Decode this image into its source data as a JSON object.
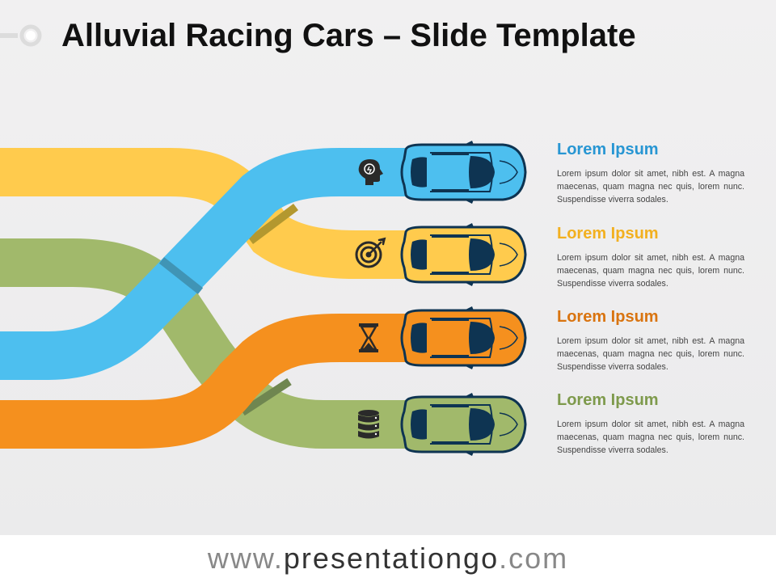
{
  "title": "Alluvial Racing Cars – Slide Template",
  "colors": {
    "blue": "#4dbfef",
    "yellow": "#ffcb4d",
    "orange": "#f5901e",
    "green": "#a1b96b",
    "car_dark": "#0e3452",
    "icon_dark": "#2a2a2a",
    "heading_blue": "#2896d3",
    "heading_yellow": "#f2b020",
    "heading_orange": "#d97410",
    "heading_green": "#7e9a4c"
  },
  "items": [
    {
      "heading": "Lorem Ipsum",
      "icon": "lightbulb-head-icon",
      "color": "blue",
      "text": "Lorem ipsum dolor sit amet, nibh est. A magna maecenas, quam magna nec quis, lorem nunc. Suspendisse viverra sodales."
    },
    {
      "heading": "Lorem Ipsum",
      "icon": "target-icon",
      "color": "yellow",
      "text": "Lorem ipsum dolor sit amet, nibh est. A magna maecenas, quam magna nec quis, lorem nunc. Suspendisse viverra sodales."
    },
    {
      "heading": "Lorem Ipsum",
      "icon": "hourglass-icon",
      "color": "orange",
      "text": "Lorem ipsum dolor sit amet, nibh est. A magna maecenas, quam magna nec quis, lorem nunc. Suspendisse viverra sodales."
    },
    {
      "heading": "Lorem Ipsum",
      "icon": "database-icon",
      "color": "green",
      "text": "Lorem ipsum dolor sit amet, nibh est. A magna maecenas, quam magna nec quis, lorem nunc. Suspendisse viverra sodales."
    }
  ],
  "footer": {
    "prefix": "www.",
    "brand": "presentationgo",
    "suffix": ".com"
  }
}
